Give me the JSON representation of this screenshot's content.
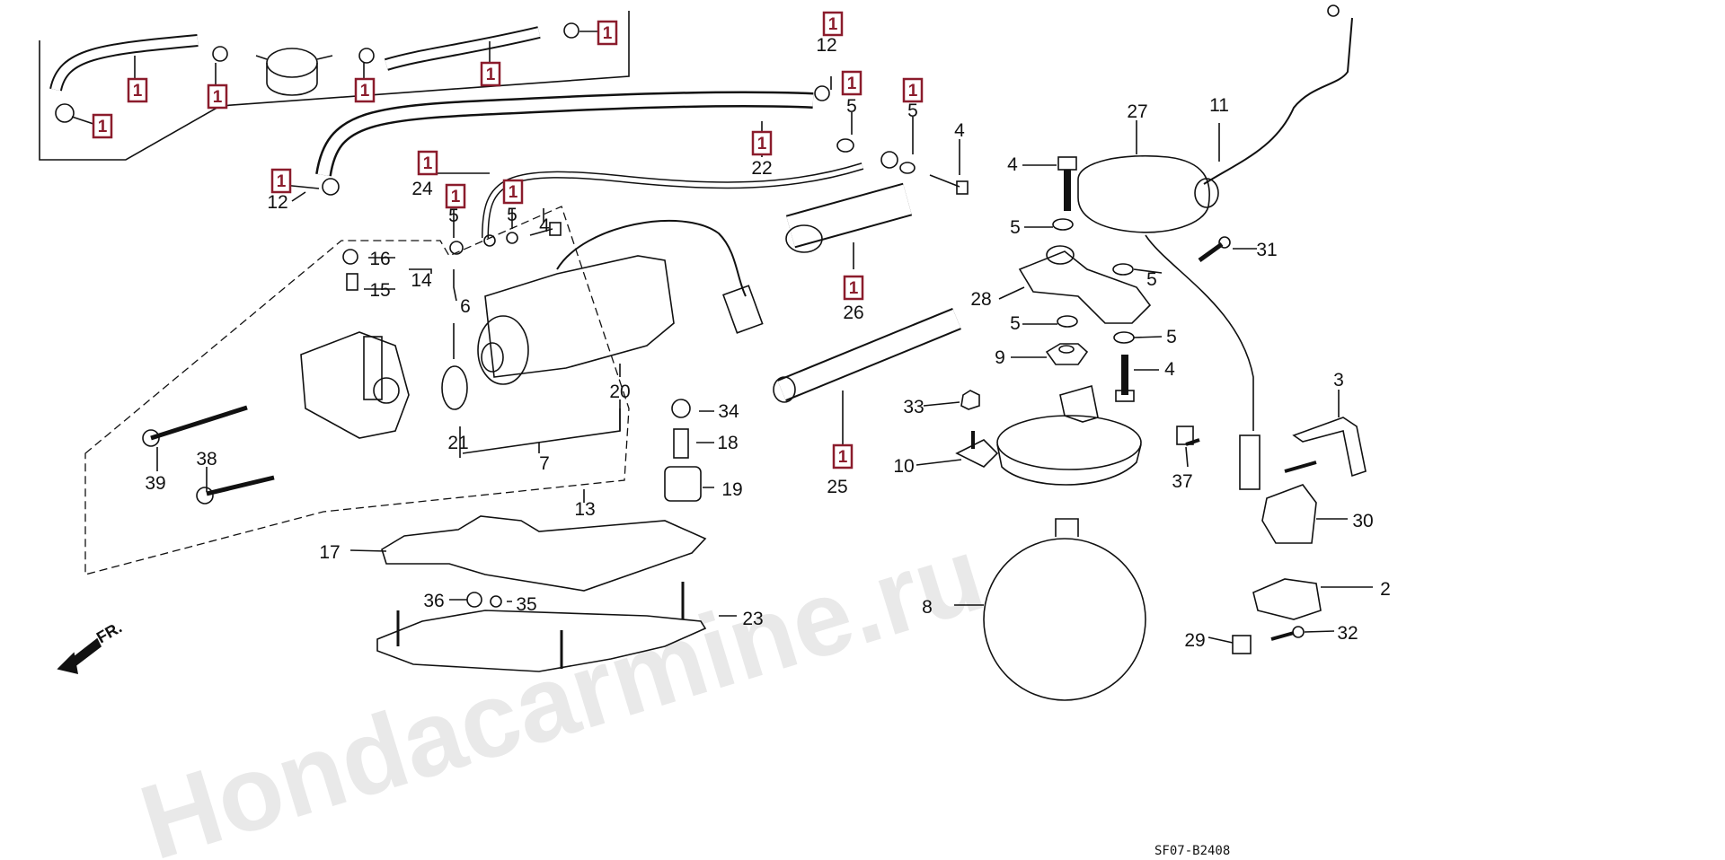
{
  "watermark": "Hondacarmine.ru",
  "diagram_code": "SF07-B2408",
  "direction_label": "FR.",
  "colors": {
    "ref_box": "#8b1c2c",
    "line": "#111111",
    "watermark": "#e9e9e9"
  },
  "ref_marker": "1",
  "parts": [
    {
      "id": "p1",
      "num": "2"
    },
    {
      "id": "p2",
      "num": "3"
    },
    {
      "id": "p3",
      "num": "4"
    },
    {
      "id": "p4",
      "num": "4"
    },
    {
      "id": "p5",
      "num": "4"
    },
    {
      "id": "p6",
      "num": "4"
    },
    {
      "id": "p7",
      "num": "5"
    },
    {
      "id": "p8",
      "num": "5"
    },
    {
      "id": "p9",
      "num": "5"
    },
    {
      "id": "p10",
      "num": "5"
    },
    {
      "id": "p11",
      "num": "5"
    },
    {
      "id": "p12",
      "num": "5"
    },
    {
      "id": "p13",
      "num": "5"
    },
    {
      "id": "p14",
      "num": "5"
    },
    {
      "id": "p15",
      "num": "6"
    },
    {
      "id": "p16",
      "num": "7"
    },
    {
      "id": "p17",
      "num": "8"
    },
    {
      "id": "p18",
      "num": "9"
    },
    {
      "id": "p19",
      "num": "10"
    },
    {
      "id": "p20",
      "num": "11"
    },
    {
      "id": "p21",
      "num": "12"
    },
    {
      "id": "p22",
      "num": "12"
    },
    {
      "id": "p23",
      "num": "13"
    },
    {
      "id": "p24",
      "num": "14"
    },
    {
      "id": "p25",
      "num": "15"
    },
    {
      "id": "p26",
      "num": "16"
    },
    {
      "id": "p27",
      "num": "17"
    },
    {
      "id": "p28",
      "num": "18"
    },
    {
      "id": "p29",
      "num": "19"
    },
    {
      "id": "p30",
      "num": "20"
    },
    {
      "id": "p31",
      "num": "21"
    },
    {
      "id": "p32",
      "num": "22"
    },
    {
      "id": "p33",
      "num": "23"
    },
    {
      "id": "p34",
      "num": "24"
    },
    {
      "id": "p35",
      "num": "25"
    },
    {
      "id": "p36",
      "num": "26"
    },
    {
      "id": "p37",
      "num": "27"
    },
    {
      "id": "p38",
      "num": "28"
    },
    {
      "id": "p39",
      "num": "29"
    },
    {
      "id": "p40",
      "num": "30"
    },
    {
      "id": "p41",
      "num": "31"
    },
    {
      "id": "p42",
      "num": "32"
    },
    {
      "id": "p43",
      "num": "33"
    },
    {
      "id": "p44",
      "num": "34"
    },
    {
      "id": "p45",
      "num": "35"
    },
    {
      "id": "p46",
      "num": "36"
    },
    {
      "id": "p47",
      "num": "37"
    },
    {
      "id": "p48",
      "num": "38"
    },
    {
      "id": "p49",
      "num": "39"
    }
  ]
}
